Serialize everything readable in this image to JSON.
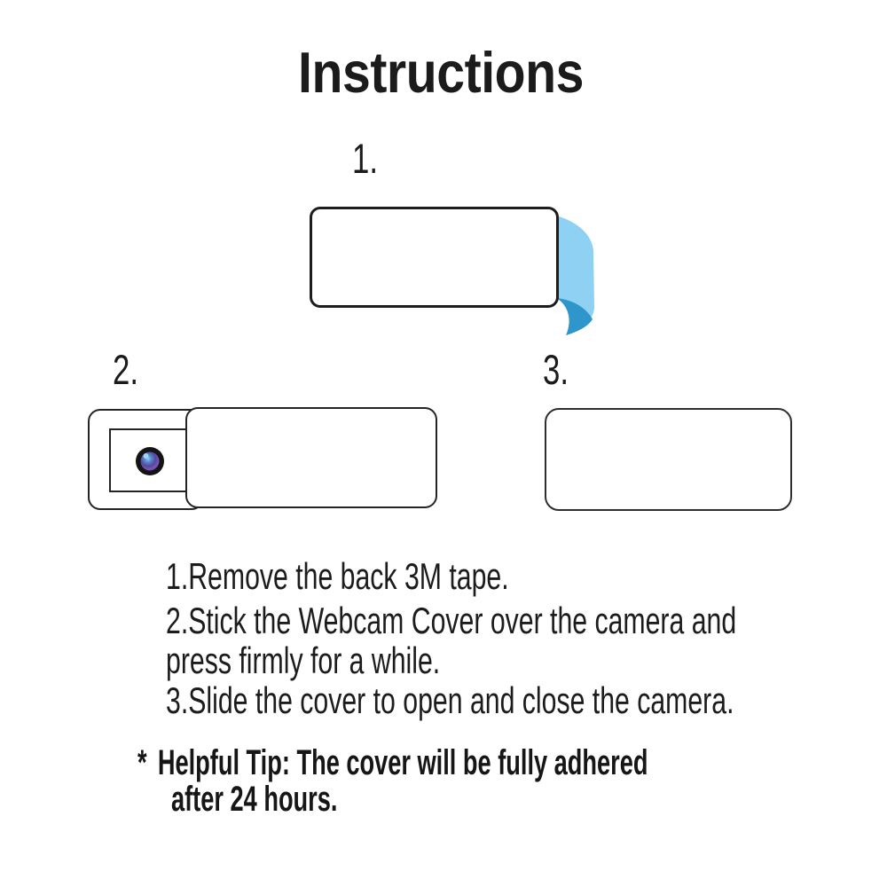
{
  "title": "Instructions",
  "steps": [
    {
      "label": "1."
    },
    {
      "label": "2."
    },
    {
      "label": "3."
    }
  ],
  "instructions": [
    "1.Remove the back 3M tape.",
    "2.Stick the Webcam Cover over the camera and",
    "press firmly for a while.",
    "3.Slide the cover to open and close the camera."
  ],
  "tip": {
    "marker": "*",
    "line1": "Helpful Tip: The cover will be fully adhered",
    "line2": "after 24 hours."
  },
  "colors": {
    "tape_light": "#8ed1f2",
    "tape_dark": "#2e96ca",
    "ink": "#1b1b1b"
  }
}
